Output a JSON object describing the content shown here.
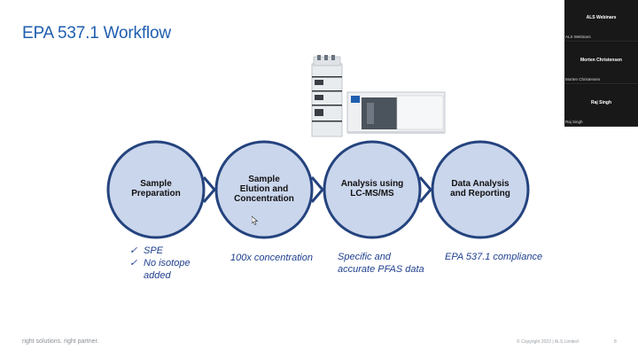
{
  "slide": {
    "title": "EPA 537.1 Workflow",
    "steps": [
      {
        "label_lines": [
          "Sample",
          "Preparation"
        ]
      },
      {
        "label_lines": [
          "Sample",
          "Elution and",
          "Concentration"
        ]
      },
      {
        "label_lines": [
          "Analysis using",
          "LC-MS/MS"
        ]
      },
      {
        "label_lines": [
          "Data Analysis",
          "and Reporting"
        ]
      }
    ],
    "notes": {
      "prep_items": [
        "SPE",
        "No isotope",
        "added"
      ],
      "elution": "100x concentration",
      "analysis_lines": [
        "Specific and",
        "accurate PFAS data"
      ],
      "reporting": "EPA 537.1 compliance"
    },
    "footer": {
      "tagline": "right solutions. right partner.",
      "copyright": "© Copyright 2022  |  ALS Limited",
      "page": "8"
    }
  },
  "participants": [
    {
      "name": "ALS Webinars",
      "label": "ALS Webinars"
    },
    {
      "name": "Morten Christensen",
      "label": "Morten Christensen"
    },
    {
      "name": "Raj Singh",
      "label": "Raj Singh"
    }
  ],
  "colors": {
    "title": "#1f5eb0",
    "circle_fill": "#cad6ec",
    "circle_stroke": "#24437e",
    "note_text": "#1f3f8f",
    "panel_bg": "#121212"
  },
  "icons": [
    "checkmark-icon",
    "cursor-icon",
    "lc-ms-instrument-icon"
  ]
}
